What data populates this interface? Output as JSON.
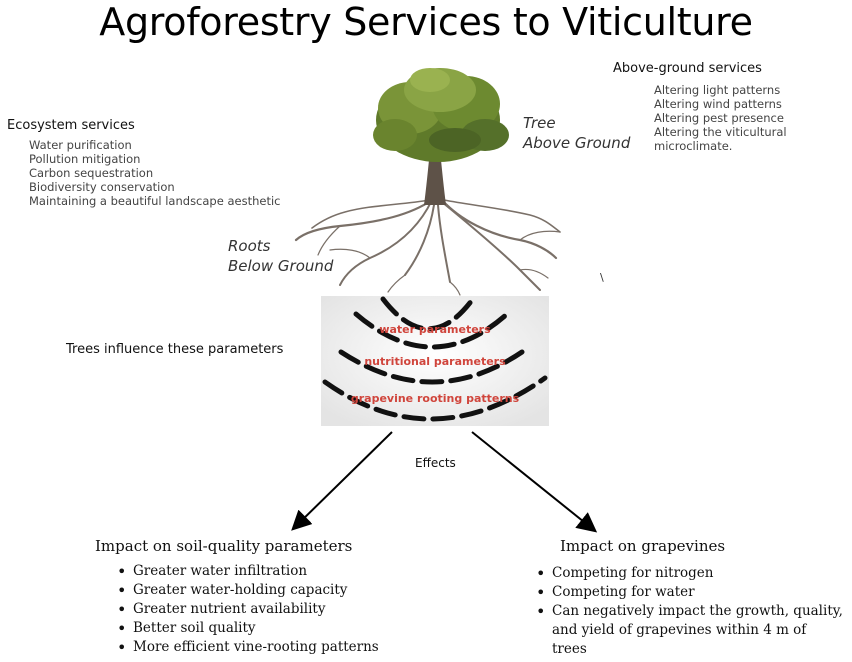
{
  "title": "Agroforestry Services to Viticulture",
  "ecosystem": {
    "heading": "Ecosystem services",
    "items": [
      "Water purification",
      "Pollution mitigation",
      "Carbon sequestration",
      "Biodiversity conservation",
      "Maintaining a beautiful landscape aesthetic"
    ]
  },
  "tree_label": {
    "line1": "Tree",
    "line2": "Above Ground"
  },
  "roots_label": {
    "line1": "Roots",
    "line2": "Below Ground"
  },
  "above_ground": {
    "heading": "Above-ground services",
    "items": [
      "Altering light patterns",
      "Altering wind patterns",
      "Altering pest presence",
      "Altering the viticultural microclimate."
    ]
  },
  "stray_mark": "\\",
  "parameters_label": "Trees influence these parameters",
  "bands": [
    "water parameters",
    "nutritional parameters",
    "grapevine rooting patterns"
  ],
  "effects_label": "Effects",
  "soil": {
    "heading": "Impact on soil-quality parameters",
    "items": [
      "Greater water infiltration",
      "Greater water-holding capacity",
      "Greater nutrient availability",
      "Better soil quality",
      "More efficient vine-rooting patterns"
    ]
  },
  "grapevines": {
    "heading": "Impact on grapevines",
    "items": [
      "Competing for nitrogen",
      "Competing for water",
      "Can negatively impact the growth, quality,",
      "and yield of grapevines within 4 m of trees"
    ]
  }
}
